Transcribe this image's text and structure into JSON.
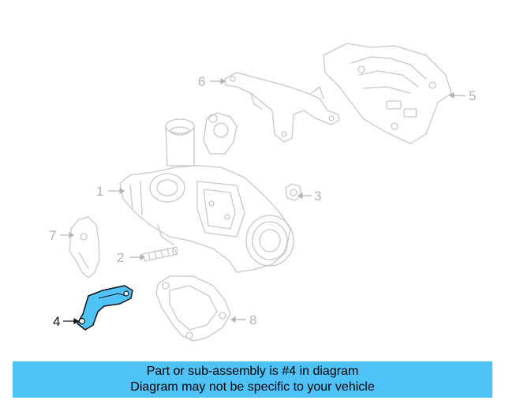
{
  "callouts": [
    {
      "id": "1",
      "label": "1",
      "active": false
    },
    {
      "id": "2",
      "label": "2",
      "active": false
    },
    {
      "id": "3",
      "label": "3",
      "active": false
    },
    {
      "id": "4",
      "label": "4",
      "active": true
    },
    {
      "id": "5",
      "label": "5",
      "active": false
    },
    {
      "id": "6",
      "label": "6",
      "active": false
    },
    {
      "id": "7",
      "label": "7",
      "active": false
    },
    {
      "id": "8",
      "label": "8",
      "active": false
    }
  ],
  "caption": {
    "line1": "Part or sub-assembly is #4 in diagram",
    "line2": "Diagram may not be specific to your vehicle"
  },
  "colors": {
    "highlight_part": "#4fc3f7",
    "caption_background": "#4fc3f7",
    "inactive_line": "#c8c8c8",
    "active_callout": "#111111"
  }
}
